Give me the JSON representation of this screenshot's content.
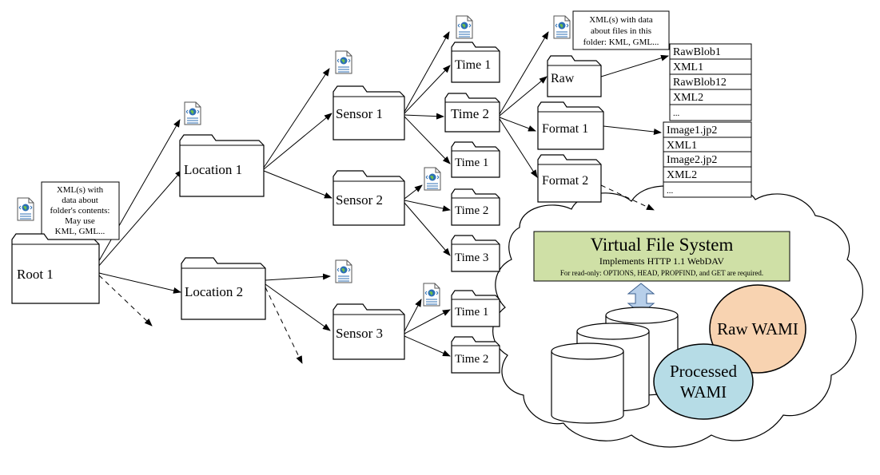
{
  "folders": {
    "root1": "Root 1",
    "location1": "Location 1",
    "location2": "Location 2",
    "sensor1": "Sensor 1",
    "sensor2": "Sensor 2",
    "sensor3": "Sensor 3",
    "s1_time1": "Time 1",
    "s1_time2": "Time 2",
    "s2_time1": "Time 1",
    "s2_time2": "Time 2",
    "s2_time3": "Time 3",
    "s3_time1": "Time 1",
    "s3_time2": "Time 2",
    "raw": "Raw",
    "format1": "Format 1",
    "format2": "Format 2"
  },
  "notes": {
    "root_note": [
      "XML(s) with",
      "data about",
      "folder's contents:",
      "May use",
      "KML, GML..."
    ],
    "time2_note": [
      "XML(s) with data",
      "about files in this",
      "folder: KML, GML..."
    ]
  },
  "lists": {
    "raw_files": [
      "RawBlob1",
      "XML1",
      "RawBlob12",
      "XML2",
      "..."
    ],
    "format1_files": [
      "Image1.jp2",
      "XML1",
      "Image2.jp2",
      "XML2",
      "..."
    ]
  },
  "vfs": {
    "title": "Virtual File System",
    "subtitle": "Implements HTTP 1.1 WebDAV",
    "note": "For read-only: OPTIONS, HEAD, PROPFIND, and GET are required."
  },
  "stores": {
    "raw_wami": "Raw WAMI",
    "processed_wami": [
      "Processed",
      "WAMI"
    ]
  },
  "icons": {
    "xml_doc": "xml-document-icon",
    "folder": "folder-icon",
    "database": "database-cylinder-icon"
  },
  "colors": {
    "vfs_fill": "#cfe0a6",
    "raw_wami_fill": "#f8d3b1",
    "processed_wami_fill": "#b6dce6",
    "arrow_fill": "#b7cfea",
    "globe_blue": "#2c6fb5"
  }
}
